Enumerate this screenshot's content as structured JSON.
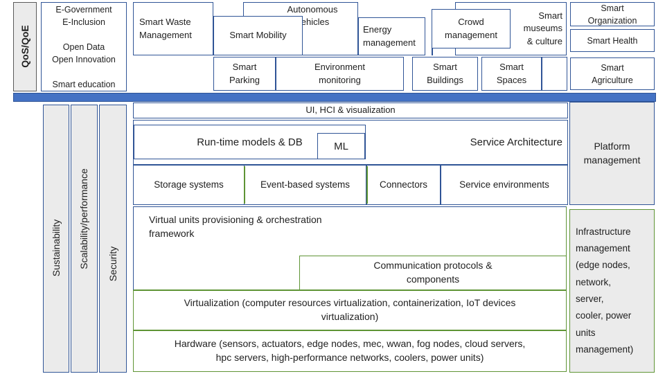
{
  "colors": {
    "border_blue": "#2f5496",
    "bar_blue": "#4472c4",
    "border_green": "#5e9434",
    "fill_gray": "#ebebeb"
  },
  "qos_label": "QoS/QoE",
  "egov_panel": "E-Government\nE-Inclusion\n\nOpen Data\nOpen Innovation\n\nSmart education",
  "applications": {
    "smart_waste": "Smart Waste\nManagement",
    "smart_mobility": "Smart Mobility",
    "autonomous_vehicles": "Autonomous\nVehicles",
    "energy_management": "Energy\nmanagement",
    "crowd_management": "Crowd\nmanagement",
    "smart_museums": "Smart\nmuseums\n& culture",
    "smart_parking": "Smart\nParking",
    "environment_monitoring": "Environment\nmonitoring",
    "smart_buildings": "Smart\nBuildings",
    "smart_spaces": "Smart\nSpaces",
    "smart_organization": "Smart\nOrganization",
    "smart_health": "Smart Health",
    "smart_agriculture": "Smart\nAgriculture"
  },
  "qualities": {
    "sustainability": "Sustainability",
    "scalability_performance": "Scalability/performance",
    "security": "Security"
  },
  "platform": {
    "ui_hci": "UI, HCI & visualization",
    "runtime_models": "Run-time models & DB",
    "ml": "ML",
    "service_architecture": "Service Architecture",
    "storage_systems": "Storage systems",
    "event_based_systems": "Event-based systems",
    "connectors": "Connectors",
    "service_environments": "Service environments",
    "virtual_units": "Virtual units provisioning & orchestration\nframework",
    "communication_protocols": "Communication protocols &\ncomponents",
    "virtualization": "Virtualization (computer resources virtualization, containerization, IoT devices\nvirtualization)",
    "hardware": "Hardware (sensors, actuators, edge nodes, mec, wwan, fog nodes, cloud servers,\nhpc servers, high-performance networks, coolers, power units)"
  },
  "management": {
    "platform_management": "Platform\nmanagement",
    "infrastructure_management": "Infrastructure\nmanagement\n(edge nodes,\nnetwork,\nserver,\ncooler, power\nunits\nmanagement)"
  }
}
